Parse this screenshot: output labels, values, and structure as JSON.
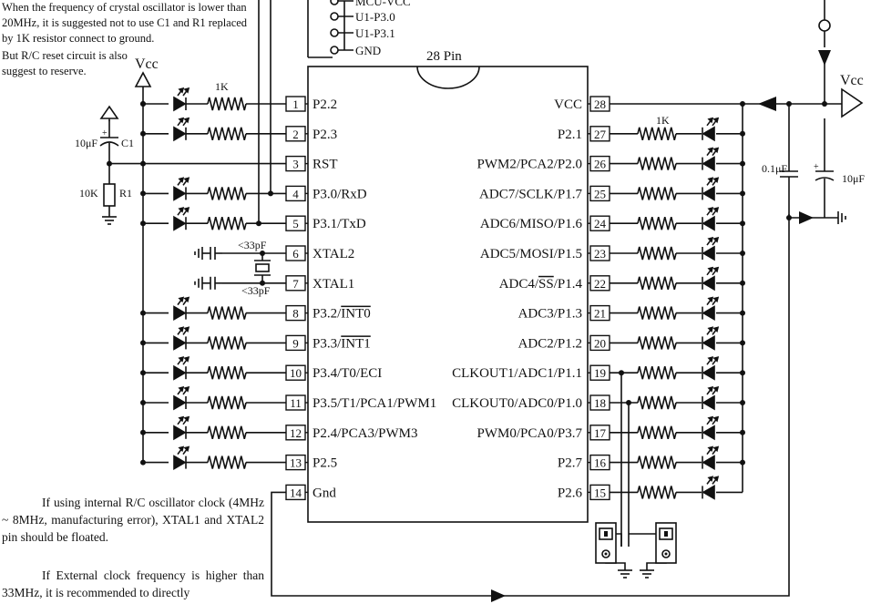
{
  "notes": {
    "top": "When the frequency of crystal oscillator is lower than 20MHz, it is suggested not to use C1 and R1 replaced by 1K resistor connect to ground.",
    "rc_reserve": "But R/C reset circuit is also suggest to reserve.",
    "internal_rc": "If using internal R/C oscillator clock (4MHz ~ 8MHz, manufacturing error), XTAL1 and XTAL2 pin should be floated.",
    "external_clock": "If External clock frequency is higher than 33MHz, it is recommended to directly"
  },
  "header_connector": [
    "MCU-VCC",
    "U1-P3.0",
    "U1-P3.1",
    "GND"
  ],
  "chip": {
    "package": "28 Pin"
  },
  "left_pins": [
    {
      "num": "1",
      "name": "P2.2"
    },
    {
      "num": "2",
      "name": "P2.3"
    },
    {
      "num": "3",
      "name": "RST"
    },
    {
      "num": "4",
      "name": "P3.0/RxD"
    },
    {
      "num": "5",
      "name": "P3.1/TxD"
    },
    {
      "num": "6",
      "name": "XTAL2"
    },
    {
      "num": "7",
      "name": "XTAL1"
    },
    {
      "num": "8",
      "name": "P3.2/",
      "over": "INT0"
    },
    {
      "num": "9",
      "name": "P3.3/",
      "over": "INT1"
    },
    {
      "num": "10",
      "name": "P3.4/T0/ECI"
    },
    {
      "num": "11",
      "name": "P3.5/T1/PCA1/PWM1"
    },
    {
      "num": "12",
      "name": "P2.4/PCA3/PWM3"
    },
    {
      "num": "13",
      "name": "P2.5"
    },
    {
      "num": "14",
      "name": "Gnd"
    }
  ],
  "right_pins": [
    {
      "num": "28",
      "name": "VCC"
    },
    {
      "num": "27",
      "name": "P2.1"
    },
    {
      "num": "26",
      "name": "PWM2/PCA2/P2.0"
    },
    {
      "num": "25",
      "name": "ADC7/SCLK/P1.7"
    },
    {
      "num": "24",
      "name": "ADC6/MISO/P1.6"
    },
    {
      "num": "23",
      "name": "ADC5/MOSI/P1.5"
    },
    {
      "num": "22",
      "name": "ADC4/",
      "over": "SS",
      "tail": "/P1.4"
    },
    {
      "num": "21",
      "name": "ADC3/P1.3"
    },
    {
      "num": "20",
      "name": "ADC2/P1.2"
    },
    {
      "num": "19",
      "name": "CLKOUT1/ADC1/P1.1"
    },
    {
      "num": "18",
      "name": "CLKOUT0/ADC0/P1.0"
    },
    {
      "num": "17",
      "name": "PWM0/PCA0/P3.7"
    },
    {
      "num": "16",
      "name": "P2.7"
    },
    {
      "num": "15",
      "name": "P2.6"
    }
  ],
  "labels": {
    "vcc_left": "Vcc",
    "vcc_right": "Vcc",
    "res_left": "1K",
    "res_right": "1K",
    "c1_value": "10μF",
    "c1_name": "C1",
    "r1_value": "10K",
    "r1_name": "R1",
    "xtal_cap_top": "<33pF",
    "xtal_cap_bottom": "<33pF",
    "cap_01": "0.1μF",
    "cap_10": "10μF"
  }
}
